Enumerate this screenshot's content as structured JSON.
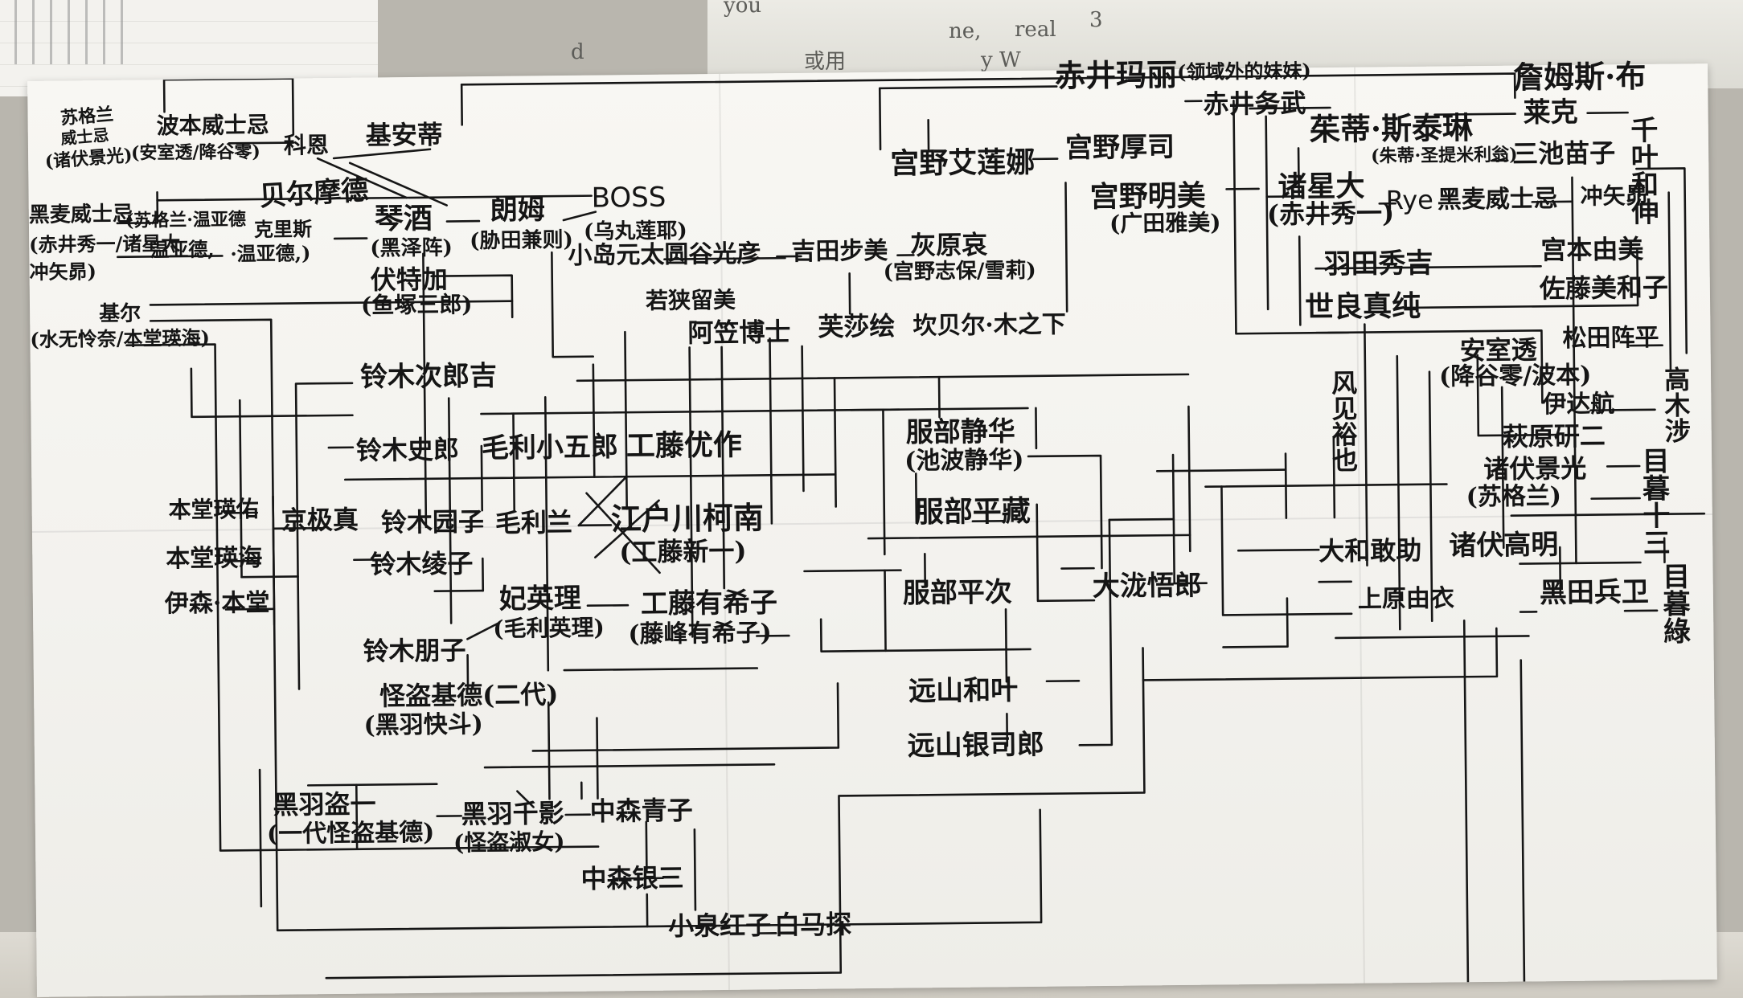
{
  "background": {
    "book_text_1": "you",
    "book_text_2": "ne,",
    "book_text_3": "3",
    "book_text_4": "y W",
    "book_text_5": "real",
    "book_text_6": "d",
    "book_text_7": "或用"
  },
  "diagram": {
    "colors": {
      "ink": "#161616",
      "paper": "#f5f4f0"
    },
    "nodes": {
      "n001": "苏格兰",
      "n002": "威士忌",
      "n003": "(诸伏景光)",
      "n004": "波本威士忌",
      "n005": "(安室透/降谷零)",
      "n006": "科恩",
      "n007": "基安蒂",
      "n008": "贝尔摩德",
      "n009": "黑麦威士忌",
      "n010": "(赤井秀一/诸星大",
      "n011": "冲矢昴)",
      "n012": "(苏格兰·温亚德",
      "n013": "温亚德,",
      "n014": "克里斯",
      "n015": "·温亚德,)",
      "n016": "琴酒",
      "n017": "(黑泽阵)",
      "n018": "朗姆",
      "n019": "BOSS",
      "n020": "(胁田兼则)",
      "n021": "(乌丸莲耶)",
      "n022": "伏特加",
      "n023": "(鱼塚三郎)",
      "n024": "基尔",
      "n025": "(水无怜奈/本堂瑛海)",
      "n026": "赤井玛丽",
      "n027": "(领域外的妹妹)",
      "n028": "赤井务武",
      "n029": "詹姆斯·布",
      "n030": "莱克",
      "n031": "宫野艾莲娜",
      "n032": "宫野厚司",
      "n033": "茱蒂·斯泰琳",
      "n034": "(朱蒂·圣提米利翁)",
      "n035": "三池苗子",
      "n036": "千叶和伸",
      "n037": "宫野明美",
      "n038": "(广田雅美)",
      "n039": "诸星大",
      "n040": "(赤井秀一)",
      "n041": "Rye",
      "n042": "黑麦威士忌",
      "n043": "冲矢昴",
      "n044": "小岛元太",
      "n045": "圆谷光彦",
      "n046": "吉田步美",
      "n047": "灰原哀",
      "n048": "(宫野志保/雪莉)",
      "n049": "羽田秀吉",
      "n050": "宫本由美",
      "n051": "若狭留美",
      "n052": "佐藤美和子",
      "n053": "阿笠博士",
      "n054": "芙莎绘",
      "n055": "坎贝尔·木之下",
      "n056": "世良真纯",
      "n057": "安室透",
      "n058": "松田阵平",
      "n059": "(降谷零/波本)",
      "n060": "铃木次郎吉",
      "n061": "风见裕也",
      "n062": "伊达航",
      "n063": "高木涉",
      "n064": "铃木史郎",
      "n065": "毛利小五郎",
      "n066": "工藤优作",
      "n067": "服部静华",
      "n068": "(池波静华)",
      "n069": "萩原研二",
      "n070": "诸伏景光",
      "n071": "(苏格兰)",
      "n072": "目暮十三",
      "n073": "本堂瑛佑",
      "n074": "京极真",
      "n075": "铃木园子",
      "n076": "毛利兰",
      "n077": "江户川柯南",
      "n078": "(工藤新一)",
      "n079": "服部平藏",
      "n080": "本堂瑛海",
      "n081": "大和敢助",
      "n082": "诸伏高明",
      "n083": "铃木绫子",
      "n084": "伊森·本堂",
      "n085": "妃英理",
      "n086": "(毛利英理)",
      "n087": "工藤有希子",
      "n088": "(藤峰有希子)",
      "n089": "服部平次",
      "n090": "大泷悟郎",
      "n091": "上原由衣",
      "n092": "黑田兵卫",
      "n093": "目暮綠",
      "n094": "铃木朋子",
      "n095": "怪盗基德(二代)",
      "n096": "(黑羽快斗)",
      "n097": "远山和叶",
      "n098": "远山银司郎",
      "n099": "黑羽盗一",
      "n100": "(一代怪盗基德)",
      "n101": "黑羽千影",
      "n102": "(怪盗淑女)",
      "n103": "中森青子",
      "n104": "中森银三",
      "n105": "小泉红子",
      "n106": "白马探"
    }
  }
}
